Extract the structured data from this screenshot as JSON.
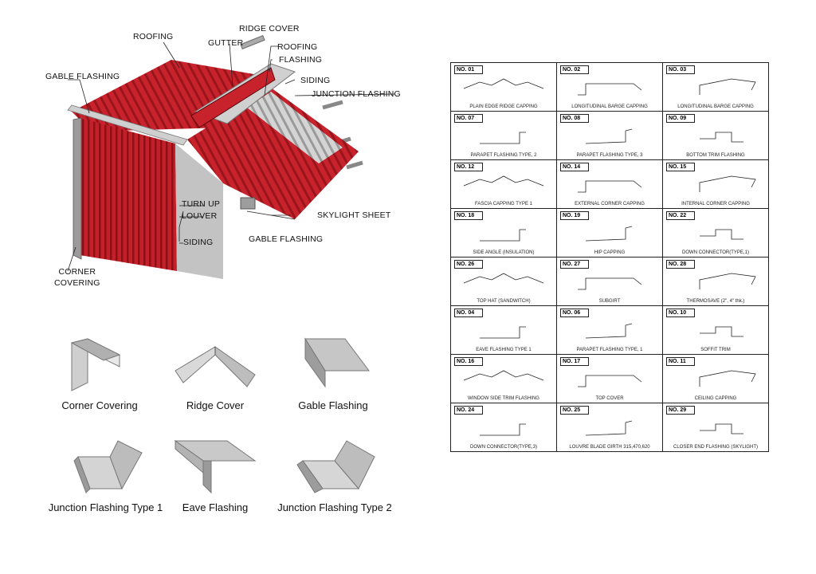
{
  "diagram": {
    "callouts": [
      {
        "id": "ridge-cover",
        "text": "RIDGE COVER"
      },
      {
        "id": "roofing-top",
        "text": "ROOFING"
      },
      {
        "id": "gutter",
        "text": "GUTTER"
      },
      {
        "id": "roofing-right",
        "text": "ROOFING"
      },
      {
        "id": "flashing",
        "text": "FLASHING"
      },
      {
        "id": "gable-flashing-top",
        "text": "GABLE FLASHING"
      },
      {
        "id": "siding-right",
        "text": "SIDING"
      },
      {
        "id": "junction-flashing",
        "text": "JUNCTION FLASHING"
      },
      {
        "id": "turn-up",
        "text": "TURN UP"
      },
      {
        "id": "louver",
        "text": "LOUVER"
      },
      {
        "id": "skylight-sheet",
        "text": "SKYLIGHT SHEET"
      },
      {
        "id": "gable-flashing-bottom",
        "text": "GABLE FLASHING"
      },
      {
        "id": "siding-bottom",
        "text": "SIDING"
      },
      {
        "id": "corner-covering",
        "text": "CORNER\nCOVERING"
      }
    ],
    "colors": {
      "roof_red": "#c8232c",
      "roof_dark": "#8e1017",
      "metal": "#b9b9b9",
      "metal_dark": "#7d7d7d"
    }
  },
  "profiles": [
    {
      "id": "corner-covering",
      "name": "Corner Covering"
    },
    {
      "id": "ridge-cover",
      "name": "Ridge Cover"
    },
    {
      "id": "gable-flashing",
      "name": "Gable Flashing"
    },
    {
      "id": "junction-flashing-1",
      "name": "Junction Flashing Type 1"
    },
    {
      "id": "eave-flashing",
      "name": "Eave Flashing"
    },
    {
      "id": "junction-flashing-2",
      "name": "Junction Flashing Type 2"
    }
  ],
  "flashing_table": {
    "rows": [
      [
        {
          "no": "NO. 01",
          "name": "PLAIN EDGE RIDGE CAPPING"
        },
        {
          "no": "NO. 02",
          "name": "LONGITUDINAL BARGE CAPPING"
        },
        {
          "no": "NO. 03",
          "name": "LONGITUDINAL BARGE CAPPING"
        }
      ],
      [
        {
          "no": "NO. 07",
          "name": "PARAPET FLASHING TYPE, 2"
        },
        {
          "no": "NO. 08",
          "name": "PARAPET FLASHING TYPE, 3"
        },
        {
          "no": "NO. 09",
          "name": "BOTTOM TRIM FLASHING"
        }
      ],
      [
        {
          "no": "NO. 12",
          "name": "FASCIA CAPPING TYPE 1"
        },
        {
          "no": "NO. 14",
          "name": "EXTERNAL CORNER CAPPING"
        },
        {
          "no": "NO. 15",
          "name": "INTERNAL CORNER CAPPING"
        }
      ],
      [
        {
          "no": "NO. 18",
          "name": "SIDE ANGLE (INSULATION)"
        },
        {
          "no": "NO. 19",
          "name": "HIP CAPPING"
        },
        {
          "no": "NO. 22",
          "name": "DOWN CONNECTOR(TYPE,1)"
        }
      ],
      [
        {
          "no": "NO. 26",
          "name": "TOP HAT (SANDWITCH)"
        },
        {
          "no": "NO. 27",
          "name": "SUBGIRT"
        },
        {
          "no": "NO. 28",
          "name": "THERMOSAVE (2\", 4\" thk.)"
        }
      ],
      [
        {
          "no": "NO. 04",
          "name": "EAVE FLASHING TYPE 1"
        },
        {
          "no": "NO. 06",
          "name": "PARAPET FLASHING TYPE, 1"
        },
        {
          "no": "NO. 10",
          "name": "SOFFIT TRIM"
        }
      ],
      [
        {
          "no": "NO. 16",
          "name": "WINDOW SIDE TRIM FLASHING"
        },
        {
          "no": "NO. 17",
          "name": "TOP COVER"
        },
        {
          "no": "NO. 11",
          "name": "CEILING CAPPING"
        }
      ],
      [
        {
          "no": "NO. 24",
          "name": "DOWN CONNECTOR(TYPE,3)"
        },
        {
          "no": "NO. 25",
          "name": "LOUVRE BLADE GIRTH 315,470,620"
        },
        {
          "no": "NO. 29",
          "name": "CLOSER END FLASHING (SKYLIGHT)"
        }
      ]
    ]
  }
}
